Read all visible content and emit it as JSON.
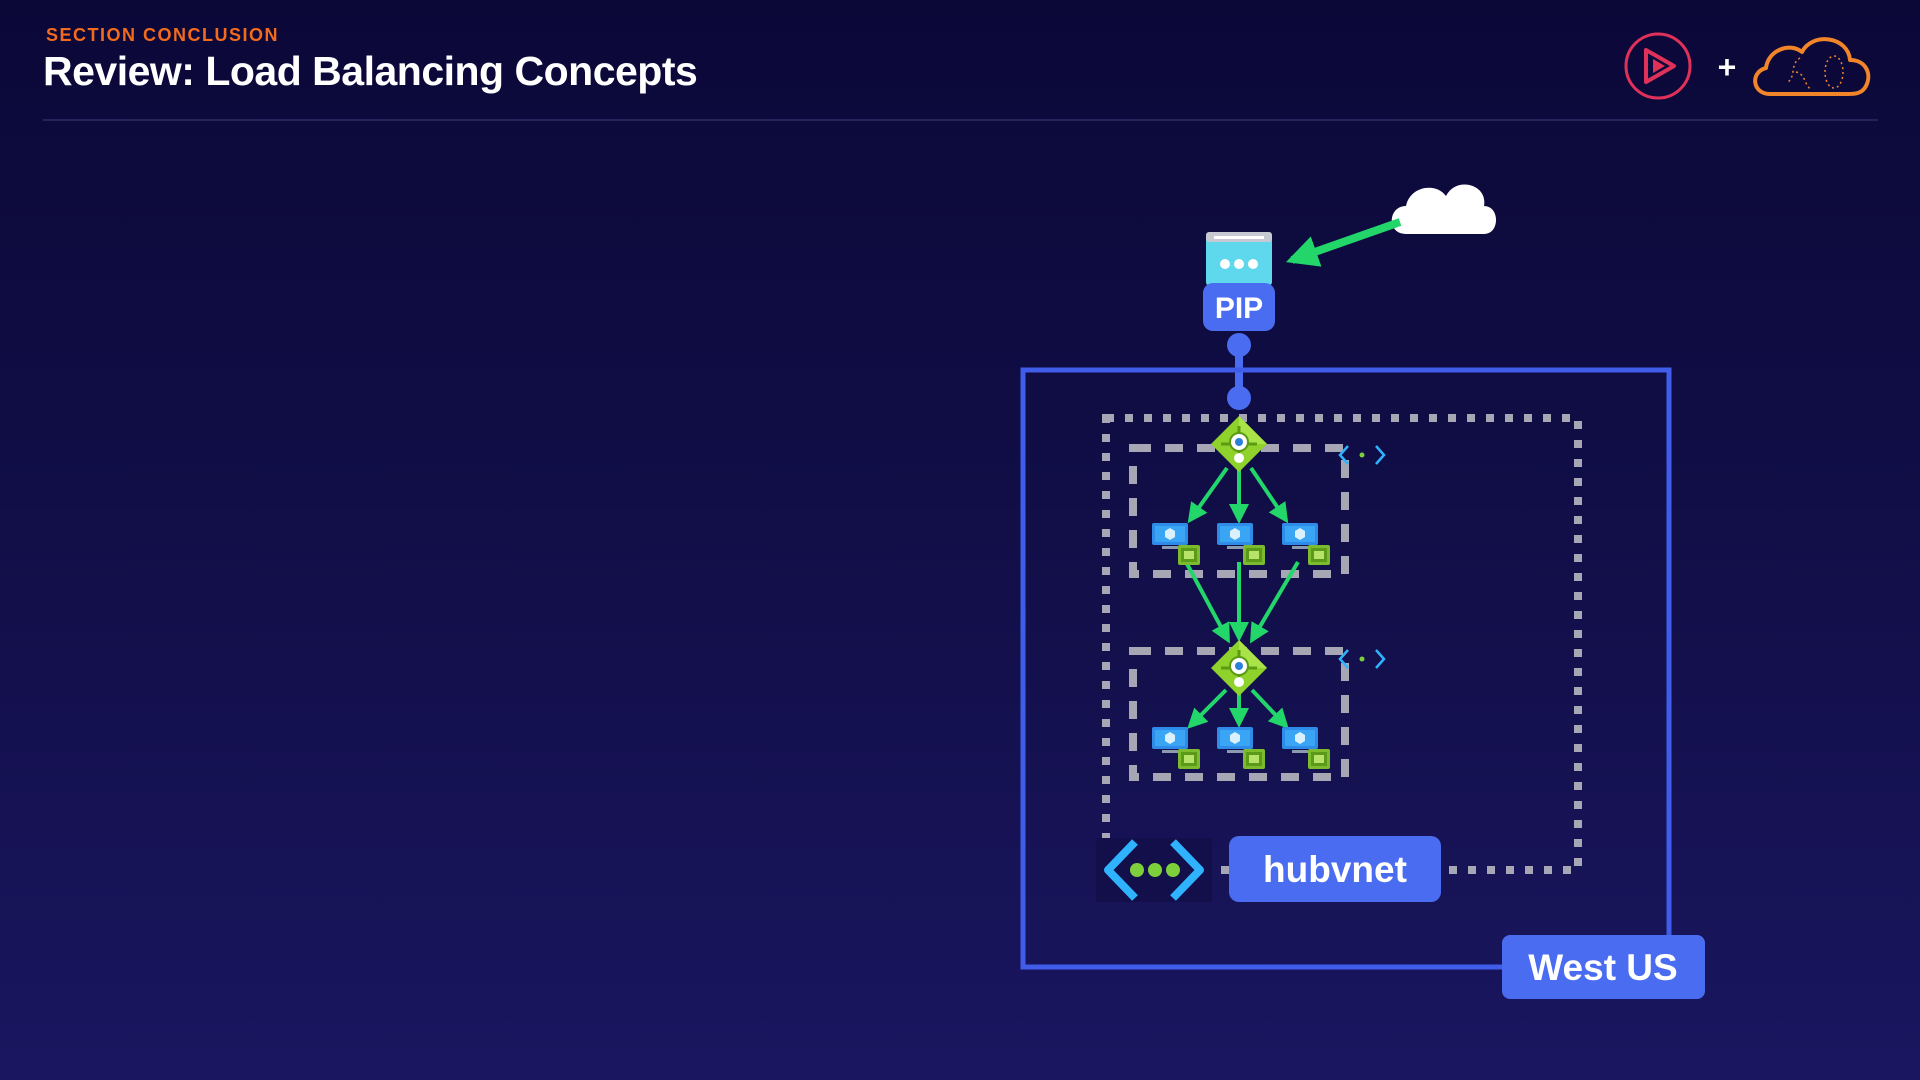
{
  "header": {
    "kicker": "SECTION CONCLUSION",
    "title": "Review: Load Balancing Concepts"
  },
  "logos": {
    "left_icon": "pluralsight-play-icon",
    "separator": "+",
    "right_icon": "cloud-brain-icon"
  },
  "diagram": {
    "pip_label": "PIP",
    "vnet_label": "hubvnet",
    "region_label": "West US"
  },
  "colors": {
    "accent_orange": "#f26b1d",
    "region_blue": "#3f5de8",
    "label_blue": "#4a6cf0",
    "arrow_green": "#22d66a",
    "dotted_gray": "#a6a6b4"
  }
}
